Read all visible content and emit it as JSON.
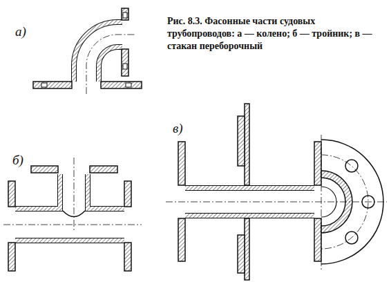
{
  "diagram": {
    "caption": "Рис. 8.3. Фасонные части судовых трубопроводов: а — колено; б — тройник; в — стакан переборочный",
    "labels": [
      "а)",
      "б)",
      "в)"
    ]
  }
}
